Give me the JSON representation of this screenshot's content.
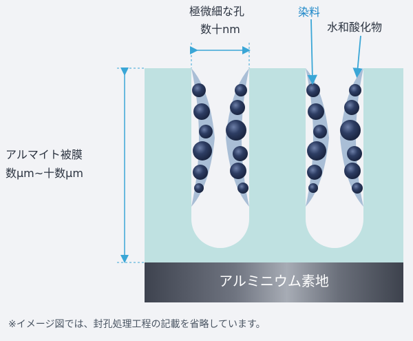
{
  "labels": {
    "pore": "極微細な孔",
    "pore_size": "数十nm",
    "dye": "染料",
    "hydroxide": "水和酸化物",
    "film": "アルマイト被膜",
    "film_thickness": "数μm~十数μm",
    "base": "アルミニウム素地"
  },
  "note": "※イメージ図では、封孔処理工程の記載を省略しています。",
  "colors": {
    "background": "#f2f3f6",
    "film": "#bfe1e1",
    "pore_region": "#a9bed6",
    "particle": "#2b3a5e",
    "base_dark": "#4a4f5b",
    "base_light": "#9aa0aa",
    "dimension": "#3aa6d6",
    "dye_text": "#1a86c8"
  }
}
